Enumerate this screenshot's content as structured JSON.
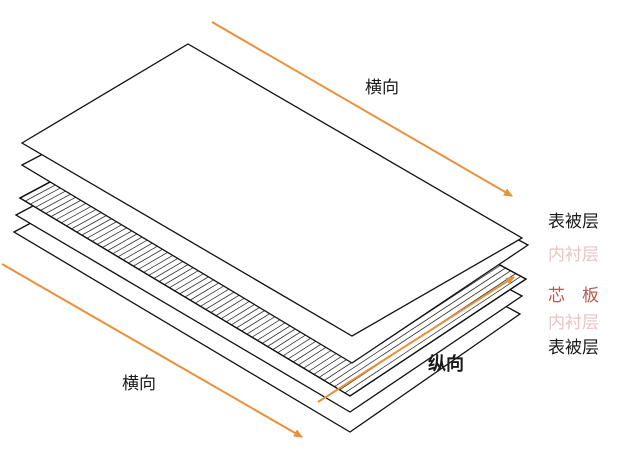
{
  "directions": {
    "top_transverse": "横向",
    "bottom_transverse": "横向",
    "longitudinal": "纵向"
  },
  "layers": [
    {
      "label": "表被层",
      "color": "#1a1a1a"
    },
    {
      "label": "内衬层",
      "color": "#e8c4c4"
    },
    {
      "label": "芯　板",
      "color": "#b85a50"
    },
    {
      "label": "内衬层",
      "color": "#e8c4c4"
    },
    {
      "label": "表被层",
      "color": "#1a1a1a"
    }
  ],
  "colors": {
    "arrow": "#e8913a",
    "outline": "#111111",
    "fill": "#ffffff"
  }
}
